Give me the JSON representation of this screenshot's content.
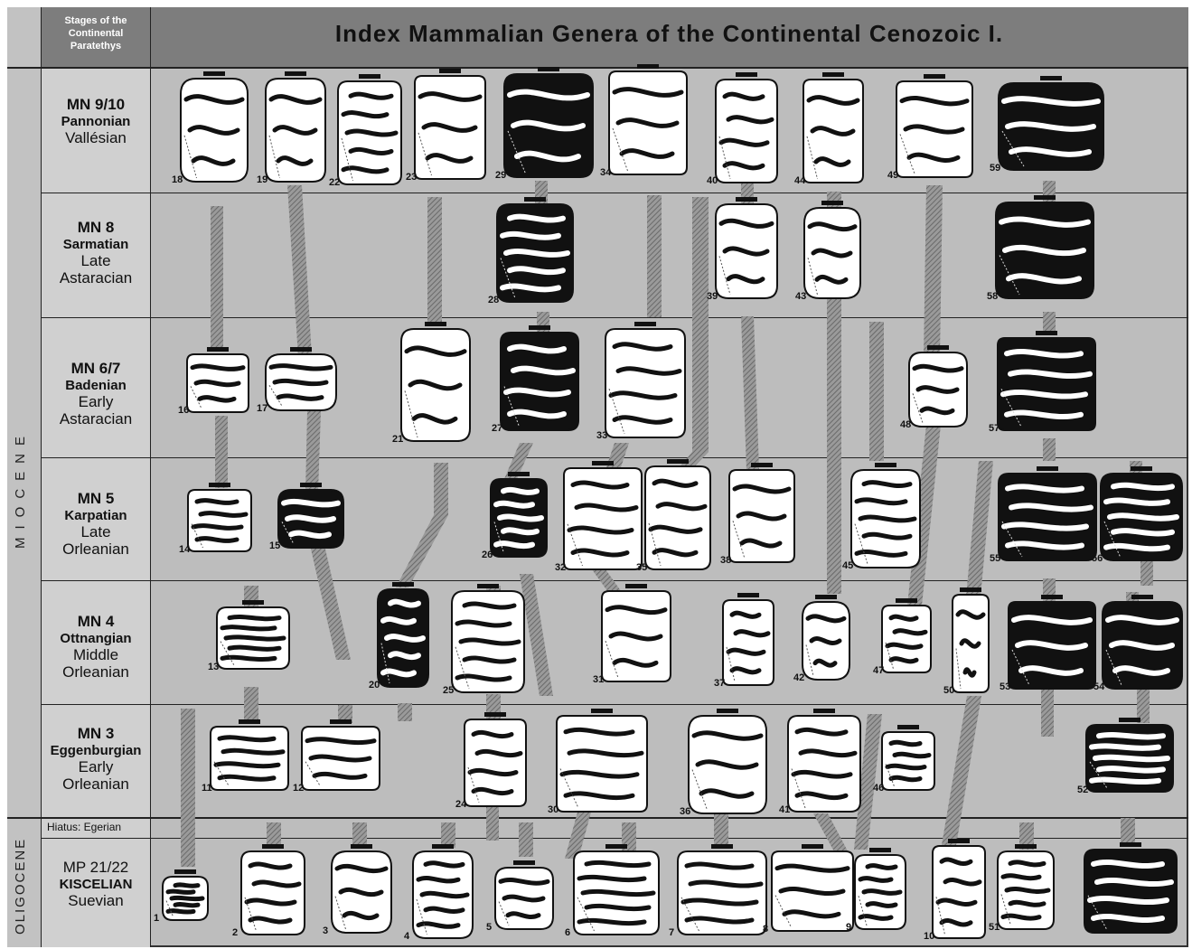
{
  "header": {
    "stages_label": "Stages of the Continental Paratethys",
    "title": "Index Mammalian Genera of the Continental Cenozoic  I."
  },
  "epochs": {
    "miocene": "MIOCENE",
    "oligocene": "OLIGOCENE"
  },
  "stages": [
    {
      "code": "MN 9/10",
      "paratethys": "Pannonian",
      "name_lines": [
        "Vallésian"
      ]
    },
    {
      "code": "MN 8",
      "paratethys": "Sarmatian",
      "name_lines": [
        "Late",
        "Astaracian"
      ]
    },
    {
      "code": "MN 6/7",
      "paratethys": "Badenian",
      "name_lines": [
        "Early",
        "Astaracian"
      ]
    },
    {
      "code": "MN 5",
      "paratethys": "Karpatian",
      "name_lines": [
        "Late",
        "Orleanian"
      ]
    },
    {
      "code": "MN 4",
      "paratethys": "Ottnangian",
      "name_lines": [
        "Middle",
        "Orleanian"
      ]
    },
    {
      "code": "MN 3",
      "paratethys": "Eggenburgian",
      "name_lines": [
        "Early",
        "Orleanian"
      ]
    }
  ],
  "hiatus": "Hiatus: Egerian",
  "oligocene_stage": {
    "code": "MP 21/22",
    "paratethys": "KISCELIAN",
    "name": "Suevian"
  },
  "specimens": {
    "r0": [
      "18",
      "19",
      "22",
      "23",
      "29",
      "34",
      "40",
      "44",
      "49",
      "59"
    ],
    "r1": [
      "28",
      "39",
      "43",
      "58"
    ],
    "r2": [
      "16",
      "17",
      "21",
      "27",
      "33",
      "48",
      "57"
    ],
    "r3": [
      "14",
      "15",
      "26",
      "32",
      "35",
      "38",
      "45",
      "55",
      "56"
    ],
    "r4": [
      "13",
      "20",
      "25",
      "31",
      "37",
      "42",
      "47",
      "50",
      "53",
      "54"
    ],
    "r5": [
      "11",
      "12",
      "24",
      "30",
      "36",
      "41",
      "46",
      "52"
    ],
    "r6": [
      "1",
      "2",
      "3",
      "4",
      "5",
      "6",
      "7",
      "8",
      "9",
      "10",
      "51"
    ]
  },
  "colors": {
    "header_gray": "#7d7d7d",
    "row_gray": "#bdbdbd",
    "tooth_fill": "#ffffff",
    "enamel_dark": "#111111",
    "lineage_hatch": "#8a8a8a"
  },
  "icons": {
    "tooth": "molar-occlusal-drawing-icon",
    "range_marker": "range-bar-marker"
  }
}
